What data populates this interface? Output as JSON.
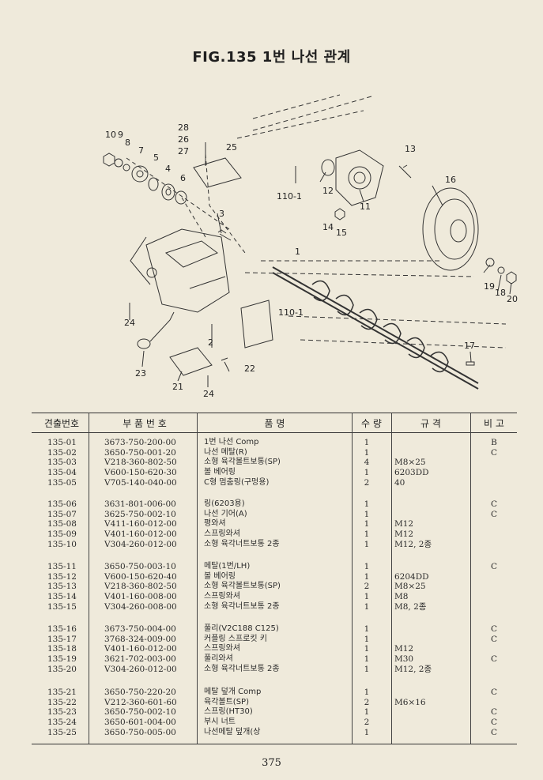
{
  "title": "FIG.135 1번 나선 관계",
  "callouts": {
    "c1": "1",
    "c2": "2",
    "c3": "3",
    "c4": "4",
    "c5": "5",
    "c6": "6",
    "c7": "7",
    "c8": "8",
    "c9": "9",
    "c10": "10",
    "c11": "11",
    "c12": "12",
    "c13": "13",
    "c14": "14",
    "c15": "15",
    "c16": "16",
    "c17": "17",
    "c18": "18",
    "c19": "19",
    "c20": "20",
    "c21": "21",
    "c22": "22",
    "c23": "23",
    "c24a": "24",
    "c24b": "24",
    "c25": "25",
    "c26": "26",
    "c27": "27",
    "c28": "28",
    "c110a": "110-1",
    "c110b": "110-1"
  },
  "table": {
    "headers": {
      "no": "견출번호",
      "part": "부 품 번 호",
      "name": "품        명",
      "qty": "수 량",
      "spec": "규    격",
      "note": "비 고"
    },
    "rows": [
      {
        "no": "135-01",
        "part": "3673-750-200-00",
        "name": "1번 나선 Comp",
        "qty": "1",
        "spec": "",
        "note": "B"
      },
      {
        "no": "135-02",
        "part": "3650-750-001-20",
        "name": "나선 메탈(R)",
        "qty": "1",
        "spec": "",
        "note": "C"
      },
      {
        "no": "135-03",
        "part": "V218-360-802-50",
        "name": "소형 육각볼트보통(SP)",
        "qty": "4",
        "spec": "M8×25",
        "note": ""
      },
      {
        "no": "135-04",
        "part": "V600-150-620-30",
        "name": "볼 베어링",
        "qty": "1",
        "spec": "6203DD",
        "note": ""
      },
      {
        "no": "135-05",
        "part": "V705-140-040-00",
        "name": "C형 멈춤링(구멍용)",
        "qty": "2",
        "spec": "40",
        "note": ""
      },
      {
        "no": "135-06",
        "part": "3631-801-006-00",
        "name": "링(6203용)",
        "qty": "1",
        "spec": "",
        "note": "C"
      },
      {
        "no": "135-07",
        "part": "3625-750-002-10",
        "name": "나선 기어(A)",
        "qty": "1",
        "spec": "",
        "note": "C"
      },
      {
        "no": "135-08",
        "part": "V411-160-012-00",
        "name": "평와셔",
        "qty": "1",
        "spec": "M12",
        "note": ""
      },
      {
        "no": "135-09",
        "part": "V401-160-012-00",
        "name": "스프링와셔",
        "qty": "1",
        "spec": "M12",
        "note": ""
      },
      {
        "no": "135-10",
        "part": "V304-260-012-00",
        "name": "소형 육각너트보통 2종",
        "qty": "1",
        "spec": "M12, 2종",
        "note": ""
      },
      {
        "no": "135-11",
        "part": "3650-750-003-10",
        "name": "메탈(1번/LH)",
        "qty": "1",
        "spec": "",
        "note": "C"
      },
      {
        "no": "135-12",
        "part": "V600-150-620-40",
        "name": "볼 베어링",
        "qty": "1",
        "spec": "6204DD",
        "note": ""
      },
      {
        "no": "135-13",
        "part": "V218-360-802-50",
        "name": "소형 육각볼트보통(SP)",
        "qty": "2",
        "spec": "M8×25",
        "note": ""
      },
      {
        "no": "135-14",
        "part": "V401-160-008-00",
        "name": "스프링와셔",
        "qty": "1",
        "spec": "M8",
        "note": ""
      },
      {
        "no": "135-15",
        "part": "V304-260-008-00",
        "name": "소형 육각너트보통 2종",
        "qty": "1",
        "spec": "M8, 2종",
        "note": ""
      },
      {
        "no": "135-16",
        "part": "3673-750-004-00",
        "name": "풀리(V2C188 C125)",
        "qty": "1",
        "spec": "",
        "note": "C"
      },
      {
        "no": "135-17",
        "part": "3768-324-009-00",
        "name": "커플링 스프로킷 키",
        "qty": "1",
        "spec": "",
        "note": "C"
      },
      {
        "no": "135-18",
        "part": "V401-160-012-00",
        "name": "스프링와셔",
        "qty": "1",
        "spec": "M12",
        "note": ""
      },
      {
        "no": "135-19",
        "part": "3621-702-003-00",
        "name": "풀리와셔",
        "qty": "1",
        "spec": "M30",
        "note": "C"
      },
      {
        "no": "135-20",
        "part": "V304-260-012-00",
        "name": "소형 육각너트보통 2종",
        "qty": "1",
        "spec": "M12, 2종",
        "note": ""
      },
      {
        "no": "135-21",
        "part": "3650-750-220-20",
        "name": "메탈 덮개 Comp",
        "qty": "1",
        "spec": "",
        "note": "C"
      },
      {
        "no": "135-22",
        "part": "V212-360-601-60",
        "name": "육각볼트(SP)",
        "qty": "2",
        "spec": "M6×16",
        "note": ""
      },
      {
        "no": "135-23",
        "part": "3650-750-002-10",
        "name": "스프링(HT30)",
        "qty": "1",
        "spec": "",
        "note": "C"
      },
      {
        "no": "135-24",
        "part": "3650-601-004-00",
        "name": "부시 너트",
        "qty": "2",
        "spec": "",
        "note": "C"
      },
      {
        "no": "135-25",
        "part": "3650-750-005-00",
        "name": "나선메탈 덮개(상",
        "qty": "1",
        "spec": "",
        "note": "C"
      }
    ]
  },
  "page_number": "375"
}
